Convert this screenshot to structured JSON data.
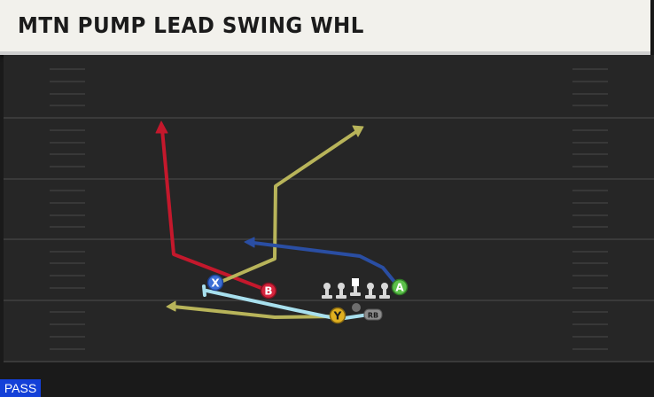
{
  "play": {
    "title": "MTN PUMP LEAD SWING WHL",
    "mode_badge": "PASS"
  },
  "players": {
    "x": {
      "label": "X",
      "color": "#3c6fd6"
    },
    "b": {
      "label": "B",
      "color": "#d6253d"
    },
    "a": {
      "label": "A",
      "color": "#5cc04a"
    },
    "y": {
      "label": "Y",
      "color": "#e0b020"
    },
    "rb": {
      "label": "RB",
      "color": "#8c8c8c"
    }
  },
  "route_colors": {
    "red": "#c4182c",
    "yellow": "#b8b45a",
    "blue": "#2a4ea3",
    "cyan": "#a8e0ee"
  }
}
